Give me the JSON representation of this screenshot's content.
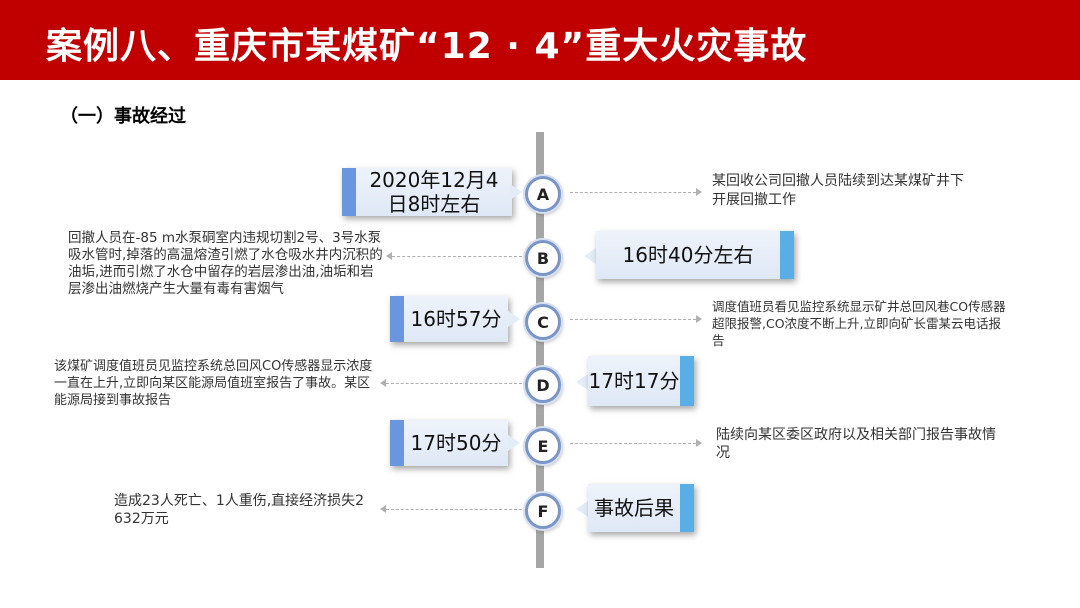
{
  "header": {
    "title": "案例八、重庆市某煤矿“12 · 4”重大火灾事故"
  },
  "section": {
    "title": "（一）事故经过"
  },
  "events": [
    {
      "letter": "A",
      "time": "2020年12月4日8时左右",
      "desc": "某回收公司回撤人员陆续到达某煤矿井下开展回撤工作"
    },
    {
      "letter": "B",
      "time": "16时40分左右",
      "desc": "回撤人员在-85 m水泵硐室内违规切割2号、3号水泵吸水管时,掉落的高温熔渣引燃了水仓吸水井内沉积的油垢,进而引燃了水仓中留存的岩层渗出油,油垢和岩层渗出油燃烧产生大量有毒有害烟气"
    },
    {
      "letter": "C",
      "time": "16时57分",
      "desc": "调度值班员看见监控系统显示矿井总回风巷CO传感器超限报警,CO浓度不断上升,立即向矿长雷某云电话报告"
    },
    {
      "letter": "D",
      "time": "17时17分",
      "desc": "该煤矿调度值班员见监控系统总回风CO传感器显示浓度一直在上升,立即向某区能源局值班室报告了事故。某区能源局接到事故报告"
    },
    {
      "letter": "E",
      "time": "17时50分",
      "desc": "陆续向某区委区政府以及相关部门报告事故情况"
    },
    {
      "letter": "F",
      "time": "事故后果",
      "desc": "造成23人死亡、1人重伤,直接经济损失2 632万元"
    }
  ]
}
